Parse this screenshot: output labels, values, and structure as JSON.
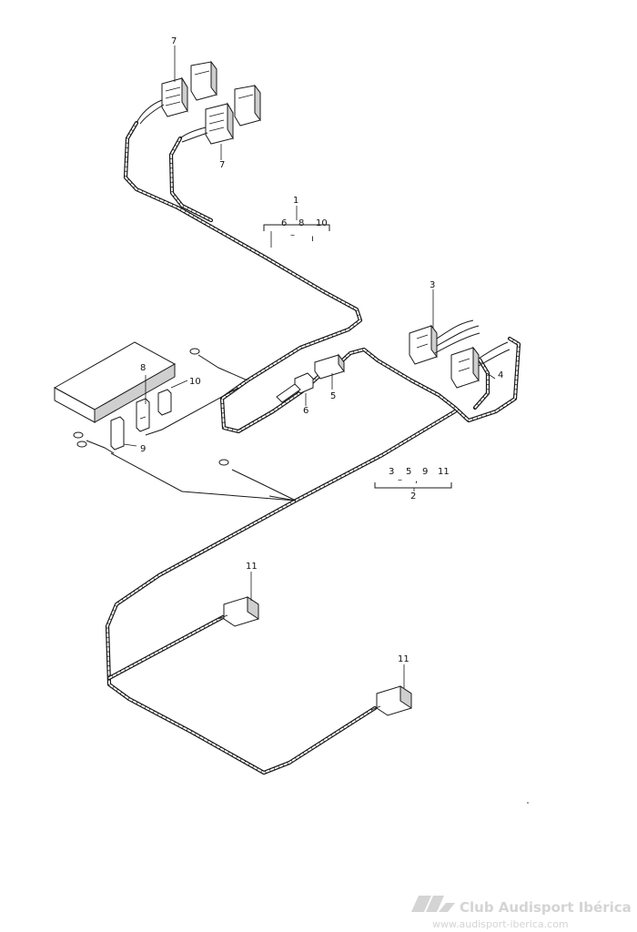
{
  "callouts": {
    "c1": "1",
    "c2": "2",
    "c3": "3",
    "c4": "4",
    "c5": "5",
    "c6": "6",
    "c7_top": "7",
    "c7_bottom": "7",
    "c8": "8",
    "c9": "9",
    "c10": "10",
    "c11_upper": "11",
    "c11_lower": "11"
  },
  "group_1": {
    "items": [
      "6",
      "8",
      "10"
    ],
    "sep1": "–",
    "sep2": "ı"
  },
  "group_2": {
    "items": [
      "3",
      "5",
      "9",
      "11"
    ],
    "sep1": "–",
    "sep2": ","
  },
  "watermark": {
    "title": "Club Audisport Ibérica",
    "url": "www.audisport-iberica.com"
  }
}
